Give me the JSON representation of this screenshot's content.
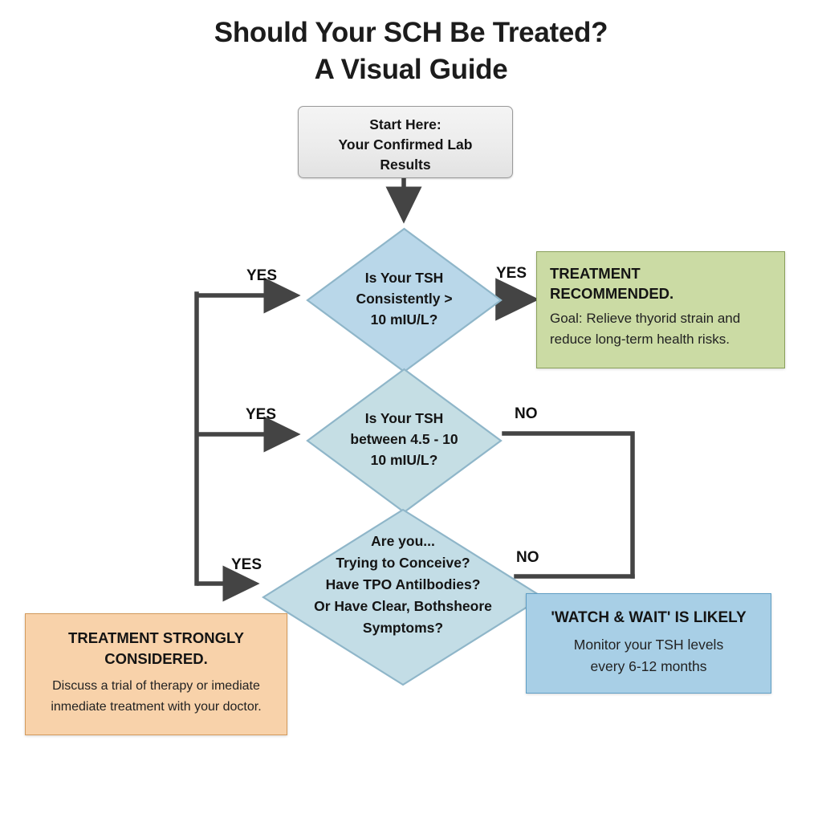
{
  "title": {
    "line1": "Should Your SCH Be Treated?",
    "line2": "A Visual Guide"
  },
  "colors": {
    "background": "#ffffff",
    "start_fill": "#ececec",
    "start_stroke": "#9a9a9a",
    "diamond_fill_1": "#b9d7e9",
    "diamond_fill_2": "#c5dee4",
    "diamond_fill_3": "#c3dde6",
    "diamond_stroke": "#8fb6c9",
    "green_fill": "#cbdba4",
    "green_stroke": "#8aa05c",
    "orange_fill": "#f8d2aa",
    "orange_stroke": "#d39a5c",
    "blue_fill": "#a8cfe6",
    "blue_stroke": "#5f9ec4",
    "connector": "#444444",
    "text": "#141414"
  },
  "nodes": {
    "start": {
      "line1": "Start Here:",
      "line2": "Your Confirmed Lab",
      "line3": "Results"
    },
    "decision1": {
      "line1": "Is Your TSH",
      "line2": "Consistently >",
      "line3": "10 mIU/L?"
    },
    "decision2": {
      "line1": "Is Your TSH",
      "line2": "between 4.5 - 10",
      "line3": "10 mIU/L?"
    },
    "decision3": {
      "line1": "Are you...",
      "line2": "Trying to Conceive?",
      "line3": "Have TPO Antilbodies?",
      "line4": "Or Have Clear, Bothsheore",
      "line5": "Symptoms?"
    },
    "outcome_green": {
      "heading_line1": "TREATMENT",
      "heading_line2": "RECOMMENDED.",
      "body_line1": "Goal: Relieve thyorid strain and",
      "body_line2": "reduce long-term health risks."
    },
    "outcome_orange": {
      "heading_line1": "TREATMENT STRONGLY",
      "heading_line2": "CONSIDERED.",
      "body_line1": "Discuss a trial of therapy or imediate",
      "body_line2": "inmediate treatment with your doctor."
    },
    "outcome_blue": {
      "heading": "'WATCH & WAIT' IS LIKELY",
      "body_line1": "Monitor your TSH levels",
      "body_line2": "every 6-12 months"
    }
  },
  "edges": {
    "yes_to_decision1": "YES",
    "yes_decision1_to_green": "YES",
    "yes_to_decision2": "YES",
    "no_decision2": "NO",
    "yes_to_decision3": "YES",
    "no_decision3": "NO"
  }
}
